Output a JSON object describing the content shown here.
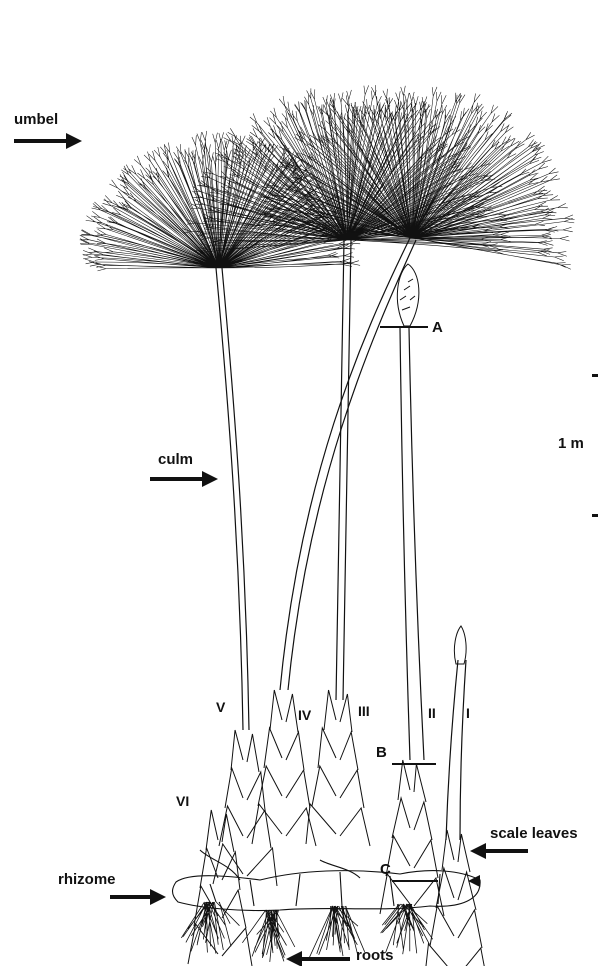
{
  "labels": {
    "umbel": "umbel",
    "culm": "culm",
    "rhizome": "rhizome",
    "roots": "roots",
    "scale_leaves": "scale leaves",
    "scale_bar": "1 m",
    "cut_a": "A",
    "cut_b": "B",
    "cut_c": "C",
    "shoot_1": "I",
    "shoot_2": "II",
    "shoot_3": "III",
    "shoot_4": "IV",
    "shoot_5": "V",
    "shoot_6": "VI"
  },
  "colors": {
    "ink": "#111111",
    "background": "#ffffff"
  }
}
